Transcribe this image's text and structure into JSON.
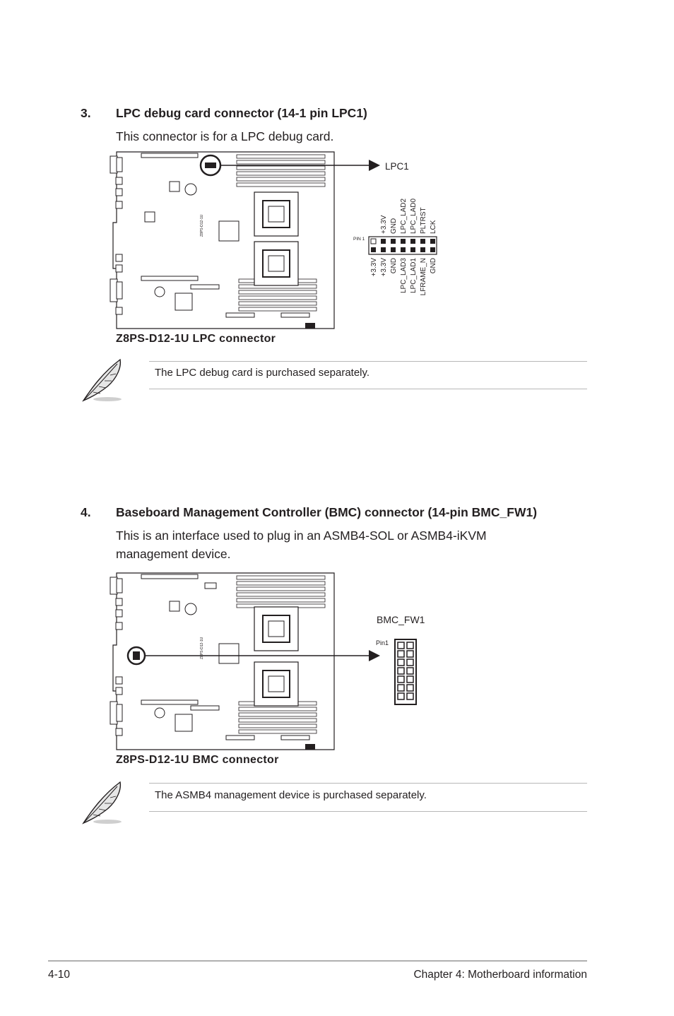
{
  "section3": {
    "number": "3.",
    "title": "LPC debug card connector (14-1 pin LPC1)",
    "description": "This connector is for a LPC debug card.",
    "diagram": {
      "label": "LPC1",
      "pin1_label": "PIN 1",
      "top_pins": [
        "+3.3V",
        "GND",
        "LPC_LAD2",
        "LPC_LAD0",
        "PLTRST",
        "LCK"
      ],
      "bottom_pins": [
        "+3.3V",
        "+3.3V",
        "GND",
        "LPC_LAD3",
        "LPC_LAD1",
        "LFRAME_N",
        "GND"
      ],
      "board_mark": "Z8PS-D12-1U"
    },
    "caption": "Z8PS-D12-1U LPC connector",
    "note": "The LPC debug card is purchased separately."
  },
  "section4": {
    "number": "4.",
    "title": "Baseboard Management Controller (BMC) connector (14-pin BMC_FW1)",
    "description_line1": "This is an interface used to plug in an ASMB4-SOL or ASMB4-iKVM",
    "description_line2": "management device.",
    "diagram": {
      "label": "BMC_FW1",
      "pin1_label": "Pin1",
      "board_mark": "Z8PS-D12-1U"
    },
    "caption": "Z8PS-D12-1U BMC connector",
    "note": "The ASMB4 management device is purchased separately."
  },
  "footer": {
    "page": "4-10",
    "chapter": "Chapter 4: Motherboard information"
  }
}
